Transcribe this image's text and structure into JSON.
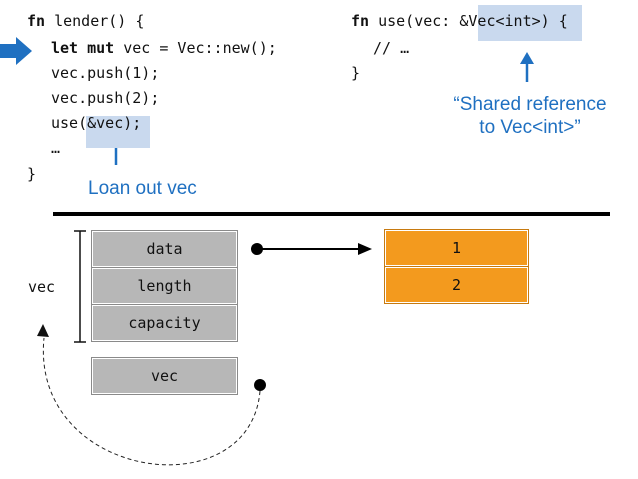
{
  "lender_code": {
    "line1": {
      "kw": "fn",
      "rest": " lender() {"
    },
    "line2": {
      "kw1": "let",
      "kw2": "mut",
      "rest": " vec = Vec::new();"
    },
    "line3": "vec.push(1);",
    "line4": "vec.push(2);",
    "line5_pre": "use",
    "line5_hl": "(&vec)",
    "line5_post": ";",
    "line6": "…",
    "line7": "}"
  },
  "use_code": {
    "line1_kw": "fn",
    "line1_pre": " use(vec: ",
    "line1_hl": "&Vec<int>",
    "line1_post": ") {",
    "line2": "// …",
    "line3": "}"
  },
  "annotations": {
    "shared_reference": "“Shared reference",
    "to_vec_int": "to Vec<int>”",
    "loan_out": "Loan out vec"
  },
  "memory": {
    "vec_label": "vec",
    "fields": [
      "data",
      "length",
      "capacity"
    ],
    "ref_label": "vec",
    "heap_values": [
      "1",
      "2"
    ]
  },
  "colors": {
    "accent_blue": "#1f70c1",
    "highlight": "#c9d9ee",
    "field_grey": "#b7b7b7",
    "heap_orange": "#f39a1e"
  }
}
